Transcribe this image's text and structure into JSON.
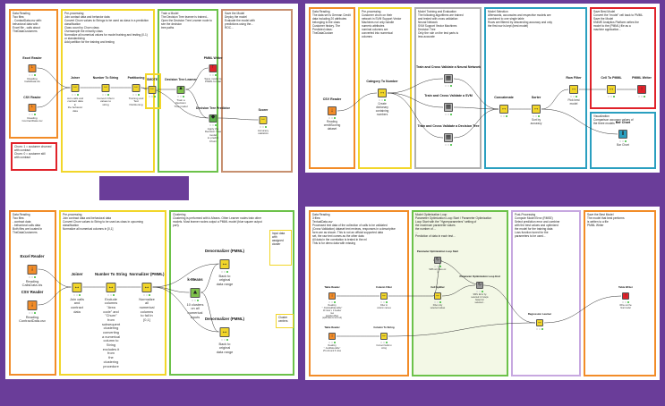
{
  "colors": {
    "background": "#6a3d99",
    "orange": "#f28c28",
    "yellow": "#f2d62a",
    "green": "#6cc24a",
    "grey": "#b0b0b0",
    "red": "#e0222a",
    "blue": "#2a9fc0",
    "purple": "#c7a8e0"
  },
  "icons": {
    "reader": "file-reader-icon",
    "manipulator": "arrow-icon",
    "learner": "learner-icon",
    "predictor": "predictor-icon",
    "sink": "writer-icon"
  },
  "panels": [
    {
      "name": "workflow-panel-1",
      "sections": [
        {
          "name": "data-reading",
          "text": "Data Reading\nTwo files:\n- ContactData.csv with:\n behavioral data with\n Excel file - calls about\n TheDataCustomers"
        },
        {
          "name": "pre-processing",
          "text": "Pre-processing\nJoin contact data and behavior data\nConvert Churn values to Strings to be used as class in a prediction\n classification\nClass count by Churn class\nOversample the minority class\nNormalize all numerical values for model training and testing (0-1)\n or standardizing\nAdd partition for the training and testing"
        },
        {
          "name": "model-training",
          "text": "Train a Model\nThe Decision Tree learner is trained...\nOpen the Decision Tree Learner node to see the decision\n tree paths"
        },
        {
          "name": "model-deployment",
          "text": "Save the Model\nDeploy the model\nEvaluate the model with\n predictions using the...\n ROC..."
        },
        {
          "name": "note-box",
          "text": "Churn: 1 = customer churned\n  with contract\nChurn: 0 = customer still\n  with contract"
        }
      ],
      "nodes": [
        {
          "label": "Excel Reader",
          "comment": "Reading\nCallsData.xls"
        },
        {
          "label": "CSV Reader",
          "comment": "Reading\nContractData.csv"
        },
        {
          "label": "Joiner",
          "comment": "Join calls and\ncontract data in\nthe behavior data"
        },
        {
          "label": "Number To String",
          "comment": "Convert Churn\nvalues to string"
        },
        {
          "label": "Partitioning",
          "comment": "Training and Test\nPartitioning"
        },
        {
          "label": "SMOTE",
          "comment": ""
        },
        {
          "label": "Decision Tree Learner",
          "comment": "Train a Decision\nTree model"
        },
        {
          "label": "PMML Writer",
          "comment": "Save model to\nPMML format"
        },
        {
          "label": "Decision Tree Predictor",
          "comment": "Apply the\nDecision Tree model\nto predict Churn"
        },
        {
          "label": "Scorer",
          "comment": "Accuracy\nstatistics"
        }
      ]
    },
    {
      "name": "workflow-panel-2",
      "sections": [
        {
          "name": "data-reading",
          "text": "Data Reading\nThe data set is German Credit\ndata including 20 attributes\nbelonging to the class\nCustomer history. The\nPredicted class: TheDataCustom"
        },
        {
          "name": "pre-processing",
          "text": "Pre-processing\nCustomer churn on their\nnetwork in SVM Support Vector\nMachines not only handle\nnumeric attributes\nnominal columns are\nconverted into numerical\ncolumns"
        },
        {
          "name": "model-training",
          "text": "Model Training and Evaluation\nThe following algorithms are trained\nand tested with cross validation:\nNeural Network\nSVM Support Vector Machines\nDecision Tree\nOnly the rule on the test parts is\n  less accurate"
        },
        {
          "name": "model-selection",
          "text": "Model Selection\nAfterwards, accuracies and respective models are\ncombined to one single table\nRows are filtered by descending accuracy and only\nthe first row is kept (best model)"
        },
        {
          "name": "model-deployment",
          "text": "Save Best Model\nConvert the \"model\" cell back to PMML\nSave the Model\nKNIME Analytics Platform writes the\nmodel to the (PMML) file as a\nmachine application..."
        },
        {
          "name": "visualization",
          "text": "Visualization\nComparison accuracy values of\nthe three models"
        }
      ],
      "nodes": [
        {
          "label": "CSV Reader",
          "comment": "Reading\ncreditScoring\ndataset"
        },
        {
          "label": "Category To Number",
          "comment": "Create dictionary\ncontaining numbers"
        },
        {
          "label": "Train and Cross Validate a Neural Network",
          "comment": ""
        },
        {
          "label": "Train and Cross Validate a SVM",
          "comment": ""
        },
        {
          "label": "Train and Cross Validate a Decision Tree",
          "comment": ""
        },
        {
          "label": "Concatenate",
          "comment": ""
        },
        {
          "label": "Sorter",
          "comment": "Sort by\naccuracy"
        },
        {
          "label": "Row Filter",
          "comment": "Pick best model"
        },
        {
          "label": "Cell To PMML",
          "comment": ""
        },
        {
          "label": "PMML Writer",
          "comment": ""
        },
        {
          "label": "Bar Chart",
          "comment": "Bar Chart"
        }
      ]
    },
    {
      "name": "workflow-panel-3",
      "sections": [
        {
          "name": "data-reading",
          "text": "Data Reading\nTwo files:\n- contract data\n- behavioral calls data\nBoth files are located in\nTheDataCustomers"
        },
        {
          "name": "pre-processing",
          "text": "Pre-processing\nJoin contract data and behavioral data\nConvert Churn values to String to be used as class in upcoming\nclassification\nNormalize all numerical columns in [0,1]"
        },
        {
          "name": "clustering",
          "text": "Clustering\nClustering is performed with k-Means. Other Learner nodes train other\nmodels. Most learner nodes output a PMML model (blue square output\nport)."
        },
        {
          "name": "input-data-note",
          "text": "Input data with\nassigned\ncluster"
        },
        {
          "name": "cluster-centers-note",
          "text": "Cluster centers"
        }
      ],
      "nodes": [
        {
          "label": "Excel Reader",
          "comment": "Reading\nCallsData.xls"
        },
        {
          "label": "CSV Reader",
          "comment": "Reading\nContractData.csv"
        },
        {
          "label": "Joiner",
          "comment": "Join calls and\ncontract data"
        },
        {
          "label": "Number To String",
          "comment": "Exclude columns\n\"Area code\" and \"Churn\"\nfrom subsequent clustering\nconverting a numerical\ncolumn to String\nexcludes it from\nthe clustering procedure"
        },
        {
          "label": "Normalizer (PMML)",
          "comment": "Normalize all\nnumerical columns\nto fall in [0,1]"
        },
        {
          "label": "k-Means",
          "comment": "10 clusters\non all\nnumerical\ninputs"
        },
        {
          "label": "Denormalizer (PMML)",
          "comment": "Back to original\ndata range"
        },
        {
          "label": "Denormalizer (PMML)",
          "comment": "Back to original\ndata range"
        }
      ]
    },
    {
      "name": "workflow-panel-4",
      "sections": [
        {
          "name": "data-reading",
          "text": "Data Reading\n3 files:\nTextualData.csv\nProcessed text data of the collection of calls to be validated\n(Cross Validation) dataset text reviews, responses in a descriptive\nform are as shown. This is not an official supported data\nset, the raw text comes as the other data\nAll data in the correlation is tested in the ml\nThis is for demo data with missing"
        },
        {
          "name": "model-training",
          "text": "Model Optimization Loop\nParameter Optimization Loop Start / Parameter Optimization\nLoop Start with the \"Hyperparameters\" setting of\nthe maximum parameter values\nthe number of ...\n...\nPrediction of data in each test..."
        },
        {
          "name": "post-processing",
          "text": "Post-Processing\nCompute Model Error (RMSE)\nSelect prediction error and combine\nwith the best values and optimized\nthe model for the training data\nLoss function tuned for the\nparameters to be used..."
        },
        {
          "name": "save-model",
          "text": "Save the Best Model\nThe model that best performs\nis written to a file\nPMML Writer"
        }
      ],
      "nodes": [
        {
          "label": "Table Reader",
          "comment": "Reading\n\"..\\trainingData.table\"\n10 rows + 1 header row\nparallel offset\n(split data is sum'ed)"
        },
        {
          "label": "Table Reader",
          "comment": "Reading \"..\\testData.table\"\n25 cols and 6 rows"
        },
        {
          "label": "Column Filter",
          "comment": "Filter to\ncolumn names"
        },
        {
          "label": "Column To String",
          "comment": "Convert fields to string"
        },
        {
          "label": "Parameter Optimization Loop Start",
          "comment": "SMS only fires on: 1"
        },
        {
          "label": "Cell Splitter",
          "comment": "Filter only\nselected values"
        },
        {
          "label": "Parameter Optimization Loop End",
          "comment": "SMS: Error by\nselected 1.0 steps\nbased on selected..."
        },
        {
          "label": "Regression Learner",
          "comment": ""
        },
        {
          "label": "Table Writer",
          "comment": "Write out the\nfinal model"
        }
      ]
    }
  ]
}
